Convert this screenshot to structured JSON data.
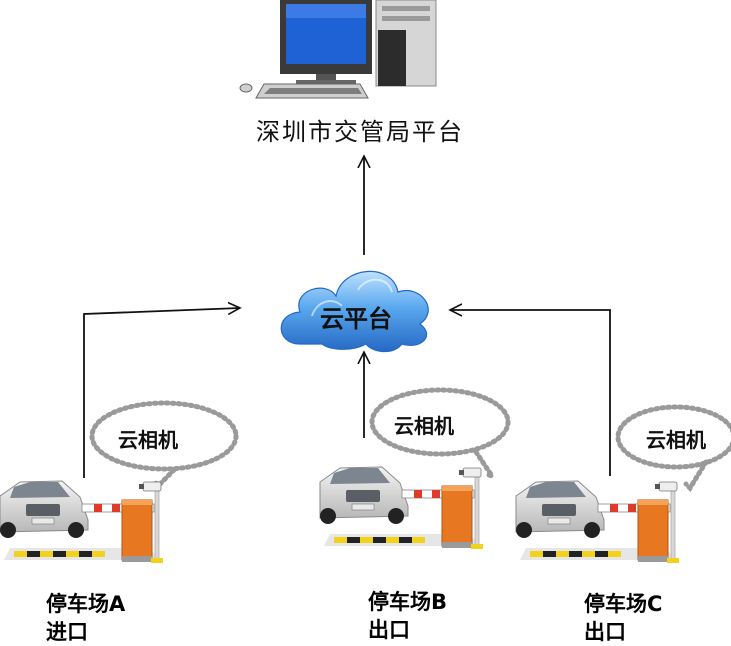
{
  "platform": {
    "title": "深圳市交管局平台",
    "icon": "desktop-computer-icon"
  },
  "cloud": {
    "label": "云平台",
    "icon": "cloud-icon",
    "color": "#2f7fd4"
  },
  "camera_label": "云相机",
  "sites": [
    {
      "name": "停车场A",
      "gate": "进口"
    },
    {
      "name": "停车场B",
      "gate": "出口"
    },
    {
      "name": "停车场C",
      "gate": "出口"
    }
  ],
  "colors": {
    "barrier": "#e87722",
    "arrow": "#111111",
    "bubble_outline": "#9a9a9a"
  }
}
